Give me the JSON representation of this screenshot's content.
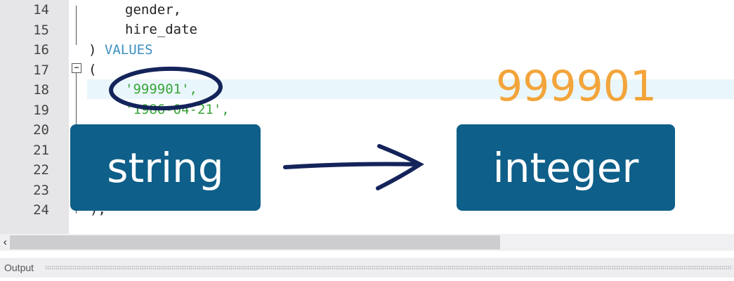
{
  "editor": {
    "line_numbers": [
      "14",
      "15",
      "16",
      "17",
      "18",
      "19",
      "20",
      "21",
      "22",
      "23",
      "24"
    ],
    "lines": {
      "l14": "gender,",
      "l15": "hire_date",
      "l16_paren": ")",
      "l16_kw": "VALUES",
      "l17": "(",
      "l18": "'999901',",
      "l19": "'1986-04-21',",
      "l24": ");"
    }
  },
  "overlay": {
    "value": "999901",
    "from_label": "string",
    "to_label": "integer",
    "annotation_color": "#14245a",
    "box_color": "#0e5f89",
    "value_color": "#f3a43a"
  },
  "scrollbar": {
    "left_arrow": "‹"
  },
  "output_panel": {
    "label": "Output"
  }
}
